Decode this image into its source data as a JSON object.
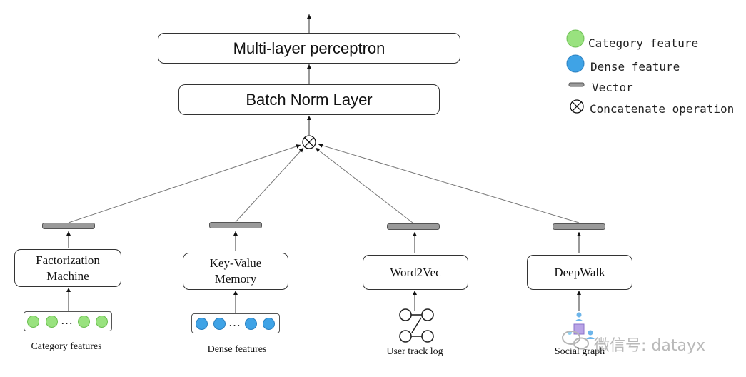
{
  "title_boxes": {
    "mlp": "Multi-layer perceptron",
    "batch_norm": "Batch Norm Layer"
  },
  "modules": {
    "fm": [
      "Factorization",
      "Machine"
    ],
    "kv": [
      "Key-Value",
      "Memory"
    ],
    "w2v": "Word2Vec",
    "deepwalk": "DeepWalk"
  },
  "inputs": {
    "category": "Category features",
    "dense": "Dense features",
    "track": "User track log",
    "social": "Social graph",
    "ellipsis": "…"
  },
  "legend": {
    "category": "Category feature",
    "dense": "Dense feature",
    "vector": "Vector",
    "concat": "Concatenate operation"
  },
  "watermark": "微信号: datayx",
  "colors": {
    "category_green": "#99e27f",
    "dense_blue": "#3fa3e6",
    "vector_gray": "#9a9a9a"
  }
}
